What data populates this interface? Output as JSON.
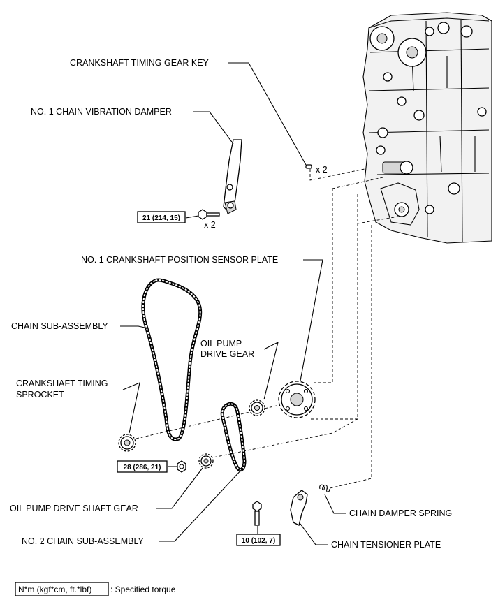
{
  "labels": {
    "crankshaft_timing_gear_key": "CRANKSHAFT TIMING GEAR KEY",
    "no1_chain_vibration_damper": "NO. 1 CHAIN VIBRATION DAMPER",
    "no1_crankshaft_position_sensor_plate": "NO. 1 CRANKSHAFT POSITION SENSOR PLATE",
    "chain_sub_assembly": "CHAIN SUB-ASSEMBLY",
    "oil_pump_drive_gear_line1": "OIL PUMP",
    "oil_pump_drive_gear_line2": "DRIVE GEAR",
    "crankshaft_timing_sprocket_line1": "CRANKSHAFT TIMING",
    "crankshaft_timing_sprocket_line2": "SPROCKET",
    "oil_pump_drive_shaft_gear": "OIL PUMP DRIVE SHAFT GEAR",
    "no2_chain_sub_assembly": "NO. 2 CHAIN SUB-ASSEMBLY",
    "chain_damper_spring": "CHAIN DAMPER SPRING",
    "chain_tensioner_plate": "CHAIN TENSIONER PLATE"
  },
  "quantities": {
    "key_count": "x 2",
    "damper_bolt_count": "x 2"
  },
  "torques": {
    "damper_bolt": "21 (214, 15)",
    "sprocket_nut": "28 (286, 21)",
    "tensioner_bolt": "10 (102, 7)"
  },
  "legend": {
    "unit": "N*m (kgf*cm, ft.*lbf)",
    "description": ": Specified torque"
  }
}
